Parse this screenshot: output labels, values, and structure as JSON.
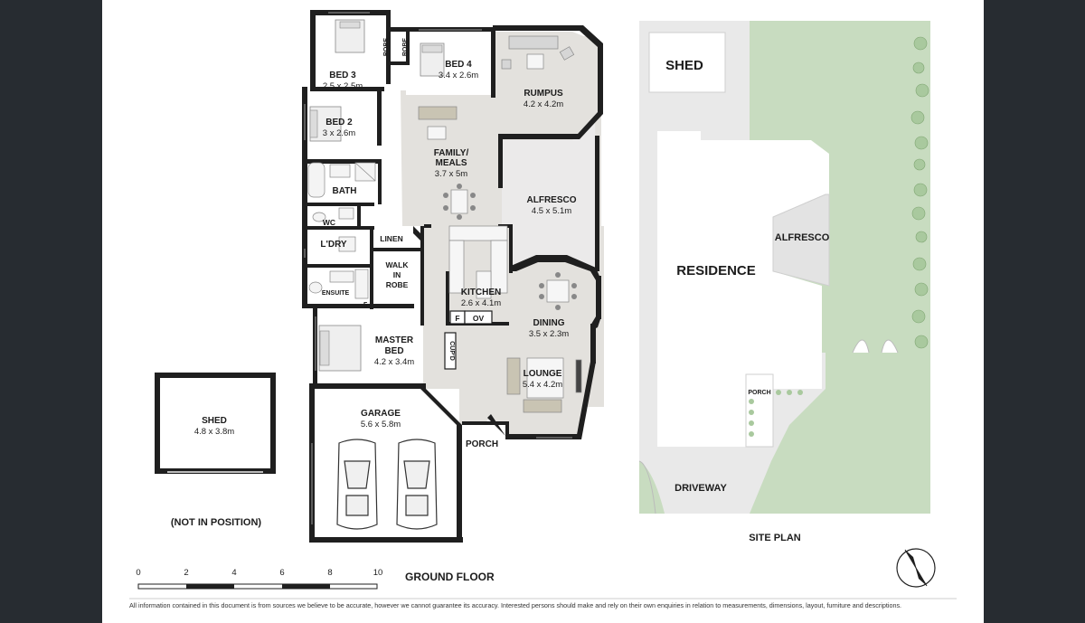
{
  "rooms": {
    "bed3": {
      "name": "BED 3",
      "dim": "2.5 x 2.5m"
    },
    "bed4": {
      "name": "BED 4",
      "dim": "3.4 x 2.6m"
    },
    "bed2": {
      "name": "BED 2",
      "dim": "3 x 2.6m"
    },
    "rumpus": {
      "name": "RUMPUS",
      "dim": "4.2 x 4.2m"
    },
    "family": {
      "name1": "FAMILY/",
      "name2": "MEALS",
      "dim": "3.7 x 5m"
    },
    "bath": {
      "name": "BATH"
    },
    "wc": {
      "name": "WC"
    },
    "alfresco": {
      "name": "ALFRESCO",
      "dim": "4.5 x 5.1m"
    },
    "laundry": {
      "name": "L'DRY"
    },
    "linen": {
      "name": "LINEN"
    },
    "walkin": {
      "l1": "WALK",
      "l2": "IN",
      "l3": "ROBE"
    },
    "ensuite": {
      "name": "ENSUITE"
    },
    "kitchen": {
      "name": "KITCHEN",
      "dim": "2.6 x 4.1m"
    },
    "dining": {
      "name": "DINING",
      "dim": "3.5 x 2.3m"
    },
    "master": {
      "name1": "MASTER",
      "name2": "BED",
      "dim": "4.2 x 3.4m"
    },
    "lounge": {
      "name": "LOUNGE",
      "dim": "5.4 x 4.2m"
    },
    "garage": {
      "name": "GARAGE",
      "dim": "5.6 x 5.8m"
    },
    "porch": {
      "name": "PORCH"
    },
    "shed": {
      "name": "SHED",
      "dim": "4.8 x 3.8m"
    }
  },
  "fixtures": {
    "robe1": "ROBE",
    "robe2": "ROBE",
    "fridge": "F",
    "oven": "OV",
    "cupd": "CUP'D",
    "ceiling_mark": ".5"
  },
  "notes": {
    "not_in_position": "(NOT IN POSITION)"
  },
  "floor_title": "GROUND FLOOR",
  "scale": {
    "ticks": [
      "0",
      "2",
      "4",
      "6",
      "8",
      "10"
    ]
  },
  "site_plan": {
    "title": "SITE PLAN",
    "shed": "SHED",
    "residence": "RESIDENCE",
    "alfresco": "ALFRESCO",
    "porch": "PORCH",
    "driveway": "DRIVEWAY"
  },
  "colors": {
    "floor": "#e3e1dd",
    "lawn": "#c8dcc0",
    "wall": "#1f1f1f",
    "site_grey": "#e9e9e9"
  },
  "disclaimer": "All information contained in this document is from sources we believe to be accurate, however we cannot guarantee its accuracy. Interested persons should make and rely on their own enquiries in relation to measurements, dimensions, layout, furniture and descriptions."
}
